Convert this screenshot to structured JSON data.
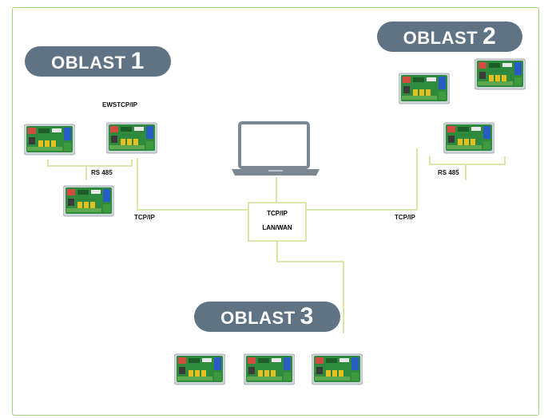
{
  "areas": [
    {
      "word": "OBLAST",
      "num": "1"
    },
    {
      "word": "OBLAST",
      "num": "2"
    },
    {
      "word": "OBLAST",
      "num": "3"
    }
  ],
  "labels": {
    "ews_tcpip": "EWSTCP/IP",
    "rs485_left": "RS 485",
    "rs485_right": "RS 485",
    "tcpip_left": "TCP/IP",
    "tcpip_right": "TCP/IP"
  },
  "hub": {
    "line1": "TCP/IP",
    "line2": "LAN/WAN"
  },
  "colors": {
    "pill": "#5f7384",
    "wire": "#d8e8a8",
    "frame": "#9fd57a",
    "board": "#2e8a3c"
  }
}
